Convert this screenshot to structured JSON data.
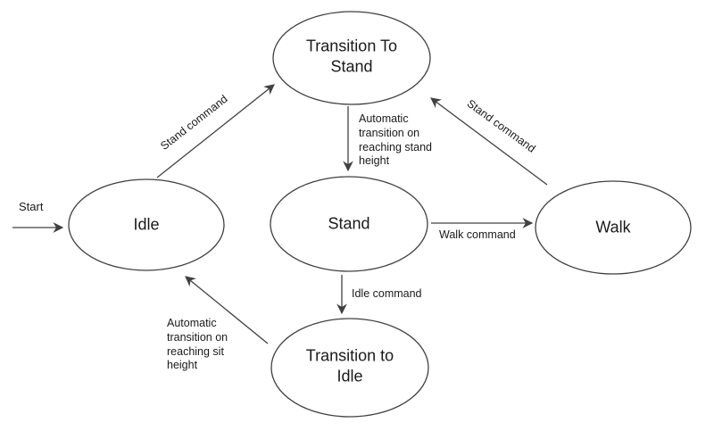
{
  "diagram": {
    "type": "state-machine",
    "colors": {
      "background": "#ffffff",
      "stroke": "#404040",
      "text": "#1a1a1a"
    },
    "states": [
      {
        "id": "transition-to-stand",
        "name": "Transition To Stand"
      },
      {
        "id": "idle",
        "name": "Idle"
      },
      {
        "id": "stand",
        "name": "Stand"
      },
      {
        "id": "walk",
        "name": "Walk"
      },
      {
        "id": "transition-to-idle",
        "name": "Transition to Idle"
      }
    ],
    "transitions": [
      {
        "label": "Start",
        "from": "(entry)",
        "to": "Idle"
      },
      {
        "label": "Stand command",
        "from": "Idle",
        "to": "Transition To Stand"
      },
      {
        "label": "Automatic transition on reaching stand height",
        "from": "Transition To Stand",
        "to": "Stand"
      },
      {
        "label": "Walk command",
        "from": "Stand",
        "to": "Walk"
      },
      {
        "label": "Stand command",
        "from": "Walk",
        "to": "Transition To Stand"
      },
      {
        "label": "Idle command",
        "from": "Stand",
        "to": "Transition to Idle"
      },
      {
        "label": "Automatic transition on reaching sit height",
        "from": "Transition to Idle",
        "to": "Idle"
      }
    ]
  }
}
